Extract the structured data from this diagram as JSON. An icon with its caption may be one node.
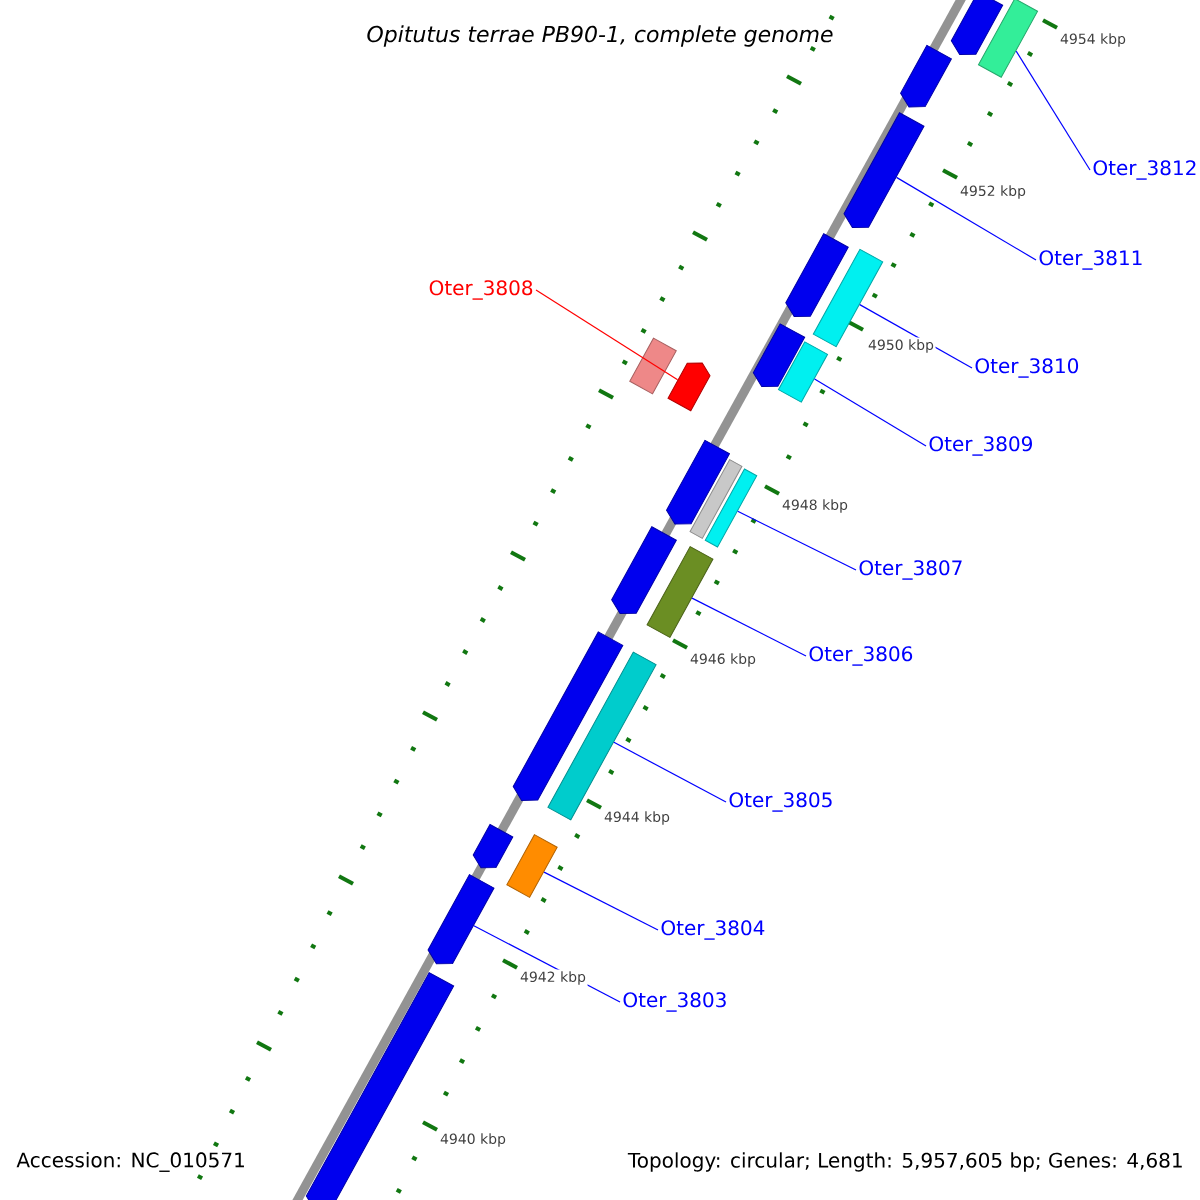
{
  "diagram": {
    "title": "Opitutus terrae PB90-1, complete genome",
    "nodes": [
      {
        "text": [
          "Oter_3812"
        ]
      },
      {
        "text": [
          "Oter_3811"
        ]
      },
      {
        "text": [
          "Oter_3810"
        ]
      },
      {
        "text": [
          "Oter_3809"
        ]
      },
      {
        "text": [
          "Oter_3808"
        ]
      },
      {
        "text": [
          "Oter_3807"
        ]
      },
      {
        "text": [
          "Oter_3806"
        ]
      },
      {
        "text": [
          "Oter_3805"
        ]
      },
      {
        "text": [
          "Oter_3804"
        ]
      },
      {
        "text": [
          "Oter_3803"
        ]
      },
      {
        "text": [],
        "shape": "arrow"
      },
      {
        "text": [],
        "shape": "box"
      },
      {
        "text": [],
        "shape": "arrow"
      },
      {
        "text": [],
        "shape": "arrow"
      },
      {
        "text": [],
        "shape": "arrow"
      },
      {
        "text": [],
        "shape": "box"
      },
      {
        "text": [],
        "shape": "arrow"
      },
      {
        "text": [],
        "shape": "box"
      },
      {
        "text": [],
        "shape": "box"
      },
      {
        "text": [],
        "shape": "arrow"
      },
      {
        "text": [],
        "shape": "arrow"
      },
      {
        "text": [],
        "shape": "box"
      },
      {
        "text": [],
        "shape": "box"
      },
      {
        "text": [],
        "shape": "arrow"
      },
      {
        "text": [],
        "shape": "box"
      },
      {
        "text": [],
        "shape": "arrow"
      },
      {
        "text": [],
        "shape": "box"
      },
      {
        "text": [],
        "shape": "arrow"
      },
      {
        "text": [],
        "shape": "box"
      },
      {
        "text": [],
        "shape": "arrow"
      },
      {
        "text": [],
        "shape": "arrow"
      }
    ],
    "edges": [
      {
        "from": 0,
        "to": 11,
        "arrow": "none"
      },
      {
        "from": 1,
        "to": 13,
        "arrow": "none"
      },
      {
        "from": 2,
        "to": 15,
        "arrow": "none"
      },
      {
        "from": 3,
        "to": 18,
        "arrow": "none"
      },
      {
        "from": 4,
        "to": 19,
        "arrow": "none",
        "color": "#ff0000"
      },
      {
        "from": 5,
        "to": 22,
        "arrow": "none"
      },
      {
        "from": 6,
        "to": 24,
        "arrow": "none"
      },
      {
        "from": 7,
        "to": 26,
        "arrow": "none"
      },
      {
        "from": 8,
        "to": 28,
        "arrow": "none"
      },
      {
        "from": 9,
        "to": 29,
        "arrow": "none"
      }
    ],
    "labels": [
      "4954 kbp",
      "4952 kbp",
      "4950 kbp",
      "4948 kbp",
      "4946 kbp",
      "4944 kbp",
      "4942 kbp",
      "4940 kbp",
      "Accession: NC_010571",
      "Topology: circular; Length: 5,957,605 bp; Genes: 4,681"
    ]
  }
}
